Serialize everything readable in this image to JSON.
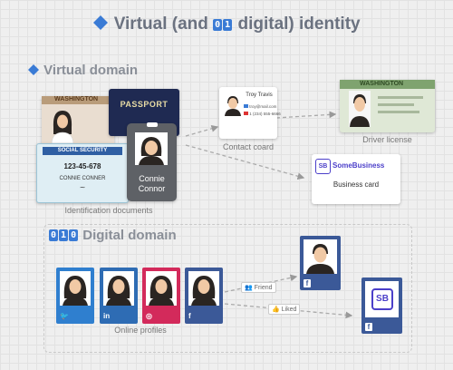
{
  "title": {
    "text": "Virtual (and  digital) identity",
    "before": "Virtual (and",
    "after": "digital) identity",
    "bits": [
      "0",
      "1"
    ]
  },
  "virtual": {
    "heading": "Virtual domain",
    "id_docs_caption": "Identification documents",
    "license_state": "WASHINGTON",
    "passport_label": "PASSPORT",
    "ssn_header": "SOCIAL SECURITY",
    "ssn_number": "123-45-678",
    "ssn_name": "CONNIE CONNER",
    "badge_name_first": "Connie",
    "badge_name_last": "Connor",
    "contact": {
      "name": "Troy Travis",
      "email": "troy@mail.com",
      "phone": "1 (234) 555-6666",
      "caption": "Contact coard"
    },
    "driver": {
      "state": "WASHINGTON",
      "caption": "Driver license"
    },
    "business": {
      "logo": "SB",
      "name": "SomeBusiness",
      "caption": "Business card"
    }
  },
  "digital": {
    "heading": "Digital domain",
    "bits": [
      "0",
      "1",
      "0"
    ],
    "profiles_caption": "Online profiles",
    "profiles": [
      {
        "platform": "Twitter",
        "badge": "🐦",
        "color": "#2f7fcf"
      },
      {
        "platform": "LinkedIn",
        "badge": "in",
        "color": "#2e6cb4"
      },
      {
        "platform": "Instagram",
        "badge": "◎",
        "color": "#d32a5b"
      },
      {
        "platform": "Facebook",
        "badge": "f",
        "color": "#3b5998"
      }
    ],
    "friend_label": "Friend",
    "liked_label": "Liked",
    "friend_badge": "f",
    "page_badge": "f",
    "page_logo": "SB"
  },
  "colors": {
    "accent": "#3a7bd5",
    "facebook": "#3b5998",
    "instagram": "#d32a5b",
    "business": "#4b3fc9"
  }
}
